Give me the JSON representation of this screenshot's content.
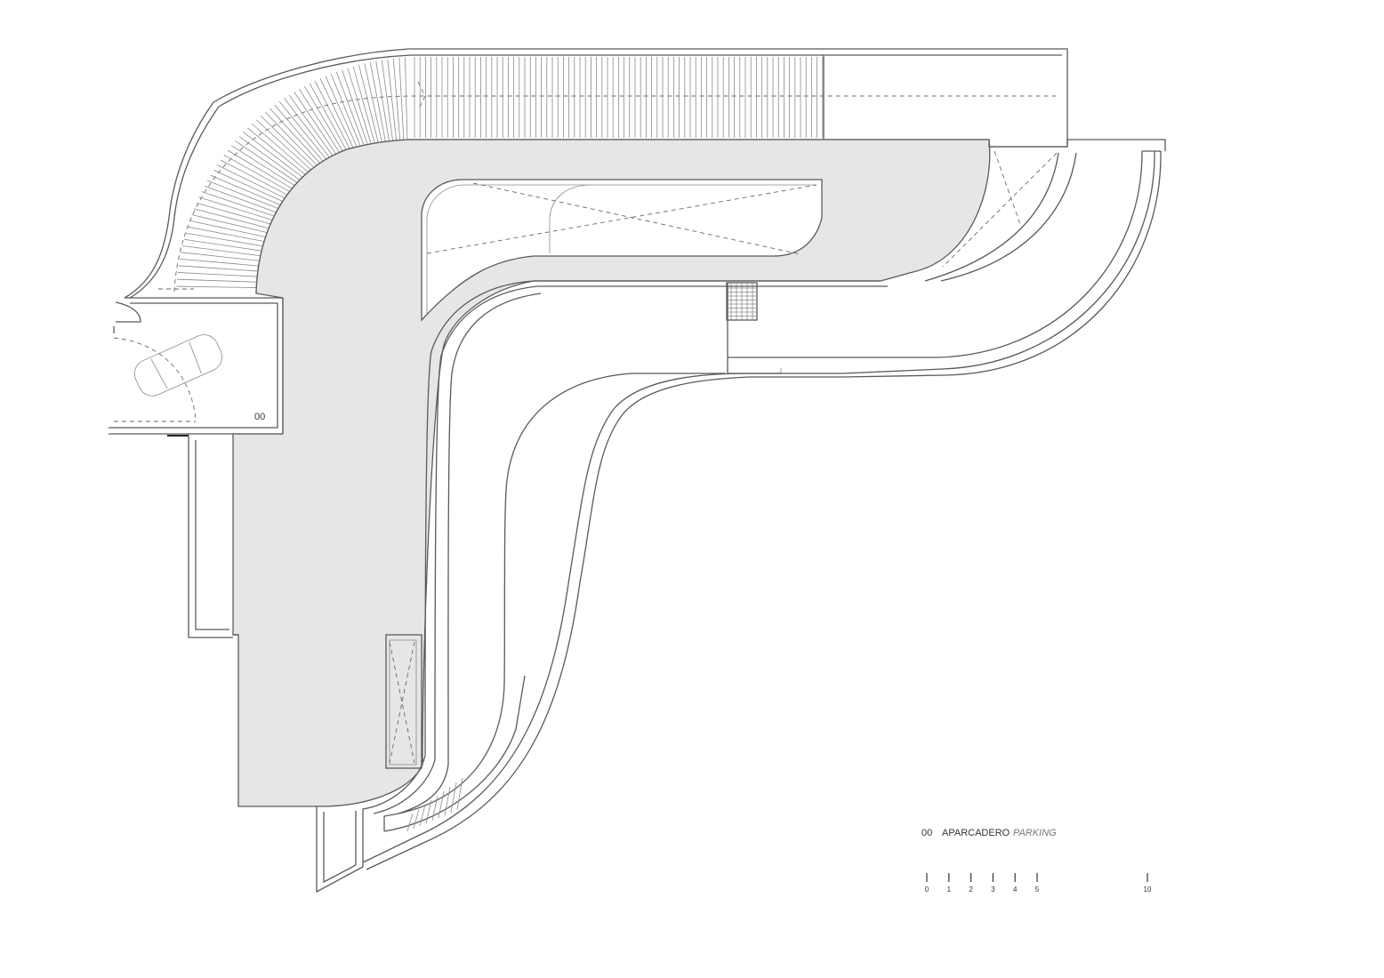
{
  "drawing": {
    "room_code": "00",
    "caption_code": "00",
    "caption_es": "APARCADERO",
    "caption_en": "PARKING"
  },
  "scale_bar": {
    "ticks": [
      "0",
      "1",
      "2",
      "3",
      "4",
      "5",
      "10"
    ]
  },
  "colors": {
    "line": "#5a5a5a",
    "floor_fill": "#e6e6e6",
    "text": "#333333"
  }
}
